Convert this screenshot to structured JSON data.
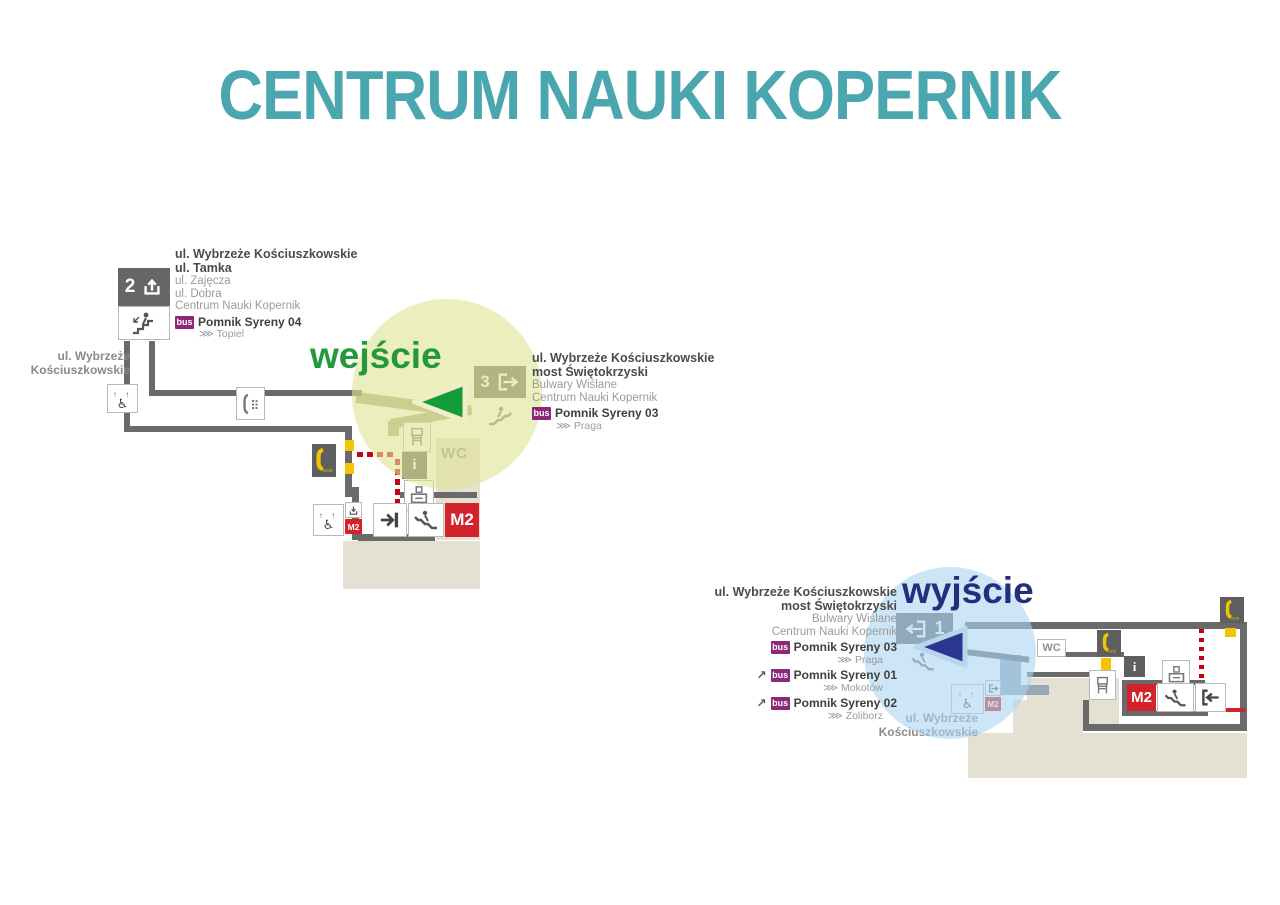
{
  "title": "CENTRUM NAUKI KOPERNIK",
  "colors": {
    "title_teal": "#4aa6af",
    "entrance_green": "#23993b",
    "exit_navy": "#232e7c",
    "wall_gray": "#6a6a6a",
    "metro_red": "#d2232a",
    "bus_purple": "#8d2779",
    "floor_beige": "#e4e0d2",
    "alert_yellow": "#f2c500",
    "entrance_circle": "rgba(223,227,148,0.62)",
    "exit_circle": "rgba(170,214,242,0.6)"
  },
  "icons": {
    "bus": "bus",
    "sos": "SOS",
    "wc": "WC",
    "m2": "M2",
    "info": "i",
    "wheelchair": "♿",
    "up_arrows": "↑ ↑",
    "route_arrow": "↗"
  },
  "entrance": {
    "headline": "wejście",
    "exit2": {
      "number": "2",
      "streets_bold": [
        "ul. Wybrzeże Kościuszkowskie",
        "ul. Tamka"
      ],
      "streets": [
        "ul. Zajęcza",
        "ul. Dobra",
        "Centrum Nauki Kopernik"
      ],
      "bus_stops": [
        {
          "name": "Pomnik Syreny 04",
          "direction": "⋙ Topiel"
        }
      ]
    },
    "exit3": {
      "number": "3",
      "streets_bold": [
        "ul. Wybrzeże Kościuszkowskie",
        "most Świętokrzyski"
      ],
      "streets": [
        "Bulwary Wiślane",
        "Centrum Nauki Kopernik"
      ],
      "bus_stops": [
        {
          "name": "Pomnik Syreny 03",
          "direction": "⋙ Praga"
        }
      ]
    },
    "street_label": {
      "line1": "ul. Wybrzeże",
      "line2": "Kościuszkowskie"
    }
  },
  "exit": {
    "headline": "wyjście",
    "exit1": {
      "number": "1",
      "streets_bold": [
        "ul. Wybrzeże Kościuszkowskie",
        "most Świętokrzyski"
      ],
      "streets": [
        "Bulwary Wiślane",
        "Centrum Nauki Kopernik"
      ],
      "bus_stops": [
        {
          "arrow": "",
          "name": "Pomnik Syreny 03",
          "direction": "⋙ Praga"
        },
        {
          "arrow": "↗",
          "name": "Pomnik Syreny 01",
          "direction": "⋙ Mokotów"
        },
        {
          "arrow": "↗",
          "name": "Pomnik Syreny 02",
          "direction": "⋙ Żoliborz"
        }
      ]
    },
    "street_label": {
      "line1": "ul. Wybrzeże",
      "line2": "Kościuszkowskie"
    }
  }
}
